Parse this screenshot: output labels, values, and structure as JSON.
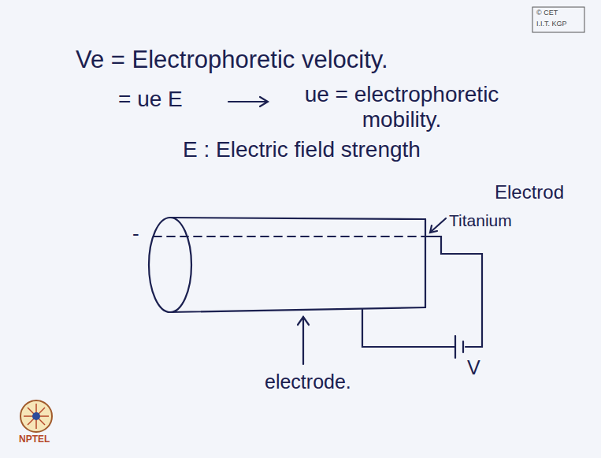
{
  "diagram": {
    "labels": [
      "© CET",
      "I.I.T. KGP",
      "Ve = Electrophoretic velocity.",
      "= ue E",
      "ue = electrophoretic mobility.",
      "E : Electric field strength",
      "Electrod",
      "Titanium",
      "electrode.",
      "V",
      "-",
      "NPTEL"
    ]
  }
}
